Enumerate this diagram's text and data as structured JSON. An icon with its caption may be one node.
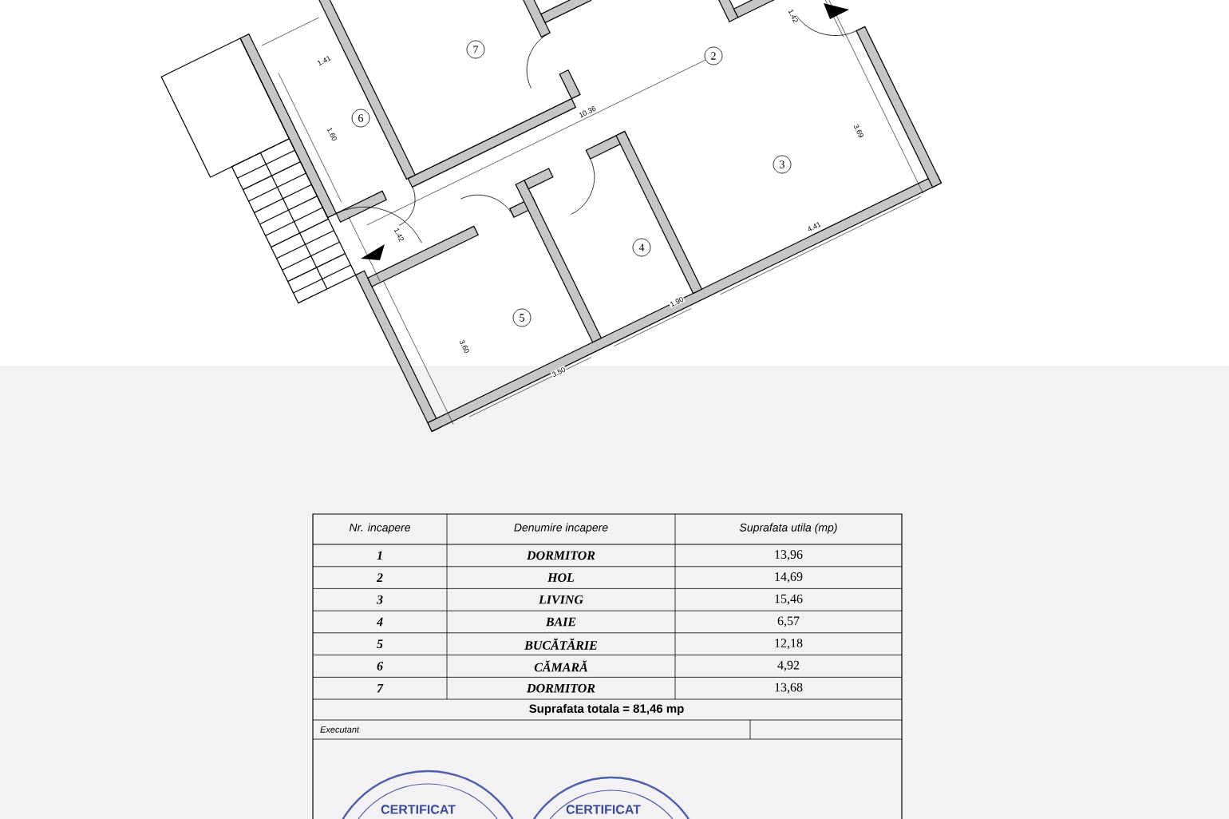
{
  "diagram": {
    "labels": [
      "1.42",
      "7",
      "2",
      "1.41",
      "10.36",
      "6",
      "1.60",
      "3.69",
      "3",
      "1.42",
      "4",
      "4.41",
      "1.90",
      "5",
      "3.60",
      "3.50",
      "Nr. incapere",
      "Denumire incapere",
      "Suprafata utila (mp)",
      "1",
      "DORMITOR",
      "13,96",
      "2",
      "HOL",
      "14,69",
      "3",
      "LIVING",
      "15,46",
      "4",
      "BAIE",
      "6,57",
      "5",
      "BUCĂTĂRIE",
      "12,18",
      "6",
      "CĂMARĂ",
      "4,92",
      "7",
      "DORMITOR",
      "13,68",
      "Suprafata totala = 81,46 mp",
      "Executant",
      "CERTIFICAT",
      "CERTIFICAT"
    ]
  }
}
